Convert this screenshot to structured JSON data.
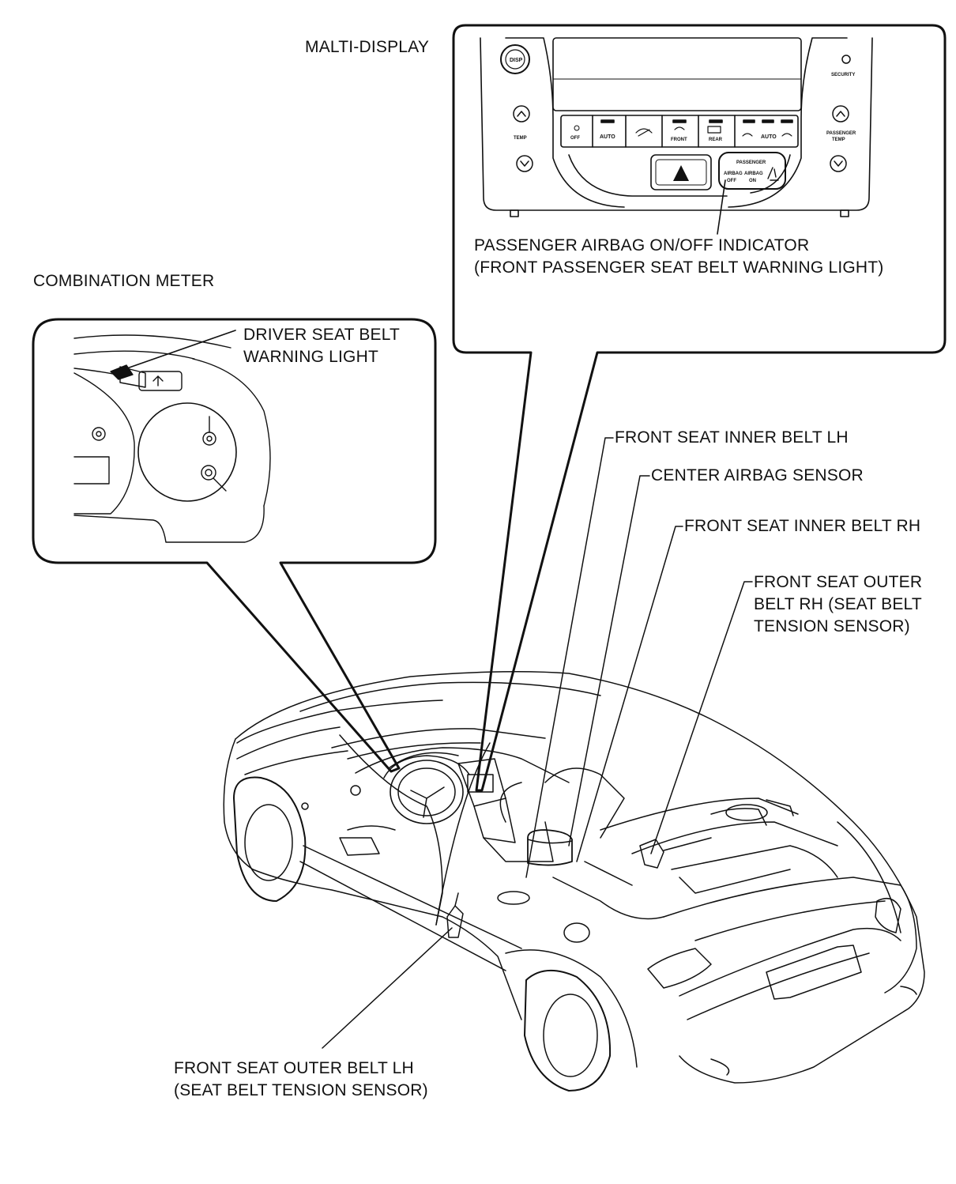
{
  "labels": {
    "multi_display": "MALTI-DISPLAY",
    "combination_meter": "COMBINATION METER",
    "passenger_indicator_line1": "PASSENGER AIRBAG ON/OFF INDICATOR",
    "passenger_indicator_line2": "(FRONT PASSENGER SEAT BELT WARNING LIGHT)",
    "driver_warning_line1": "DRIVER SEAT BELT",
    "driver_warning_line2": "WARNING LIGHT",
    "inner_belt_lh": "FRONT SEAT INNER BELT LH",
    "center_airbag_sensor": "CENTER AIRBAG SENSOR",
    "inner_belt_rh": "FRONT SEAT INNER BELT RH",
    "outer_belt_rh_line1": "FRONT SEAT OUTER",
    "outer_belt_rh_line2": "BELT RH (SEAT BELT",
    "outer_belt_rh_line3": "TENSION SENSOR)",
    "outer_belt_lh_line1": "FRONT SEAT OUTER BELT LH",
    "outer_belt_lh_line2": "(SEAT BELT TENSION SENSOR)"
  },
  "panel": {
    "disp": "DISP",
    "security": "SECURITY",
    "temp_left": "TEMP",
    "passenger_temp_1": "PASSENGER",
    "passenger_temp_2": "TEMP",
    "off": "OFF",
    "auto_left": "AUTO",
    "front": "FRONT",
    "rear": "REAR",
    "auto_right": "AUTO",
    "passenger": "PASSENGER",
    "airbag_off": "AIRBAG",
    "airbag_on": "AIRBAG",
    "off_state": "OFF",
    "on_state": "ON"
  }
}
